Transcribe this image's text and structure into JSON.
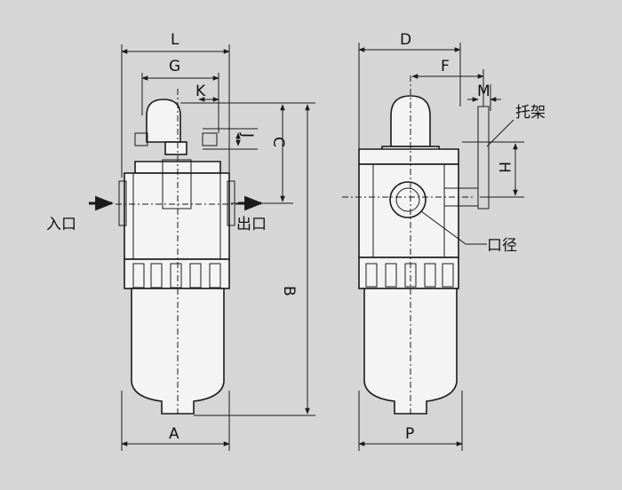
{
  "front_view": {
    "dim_L": "L",
    "dim_G": "G",
    "dim_K": "K",
    "dim_J": "J",
    "dim_C": "C",
    "dim_B": "B",
    "dim_A": "A",
    "inlet_label": "入口",
    "outlet_label": "出口"
  },
  "side_view": {
    "dim_D": "D",
    "dim_F": "F",
    "dim_M": "M",
    "dim_H": "H",
    "dim_P": "P",
    "bracket_label": "托架",
    "port_label": "口径"
  }
}
